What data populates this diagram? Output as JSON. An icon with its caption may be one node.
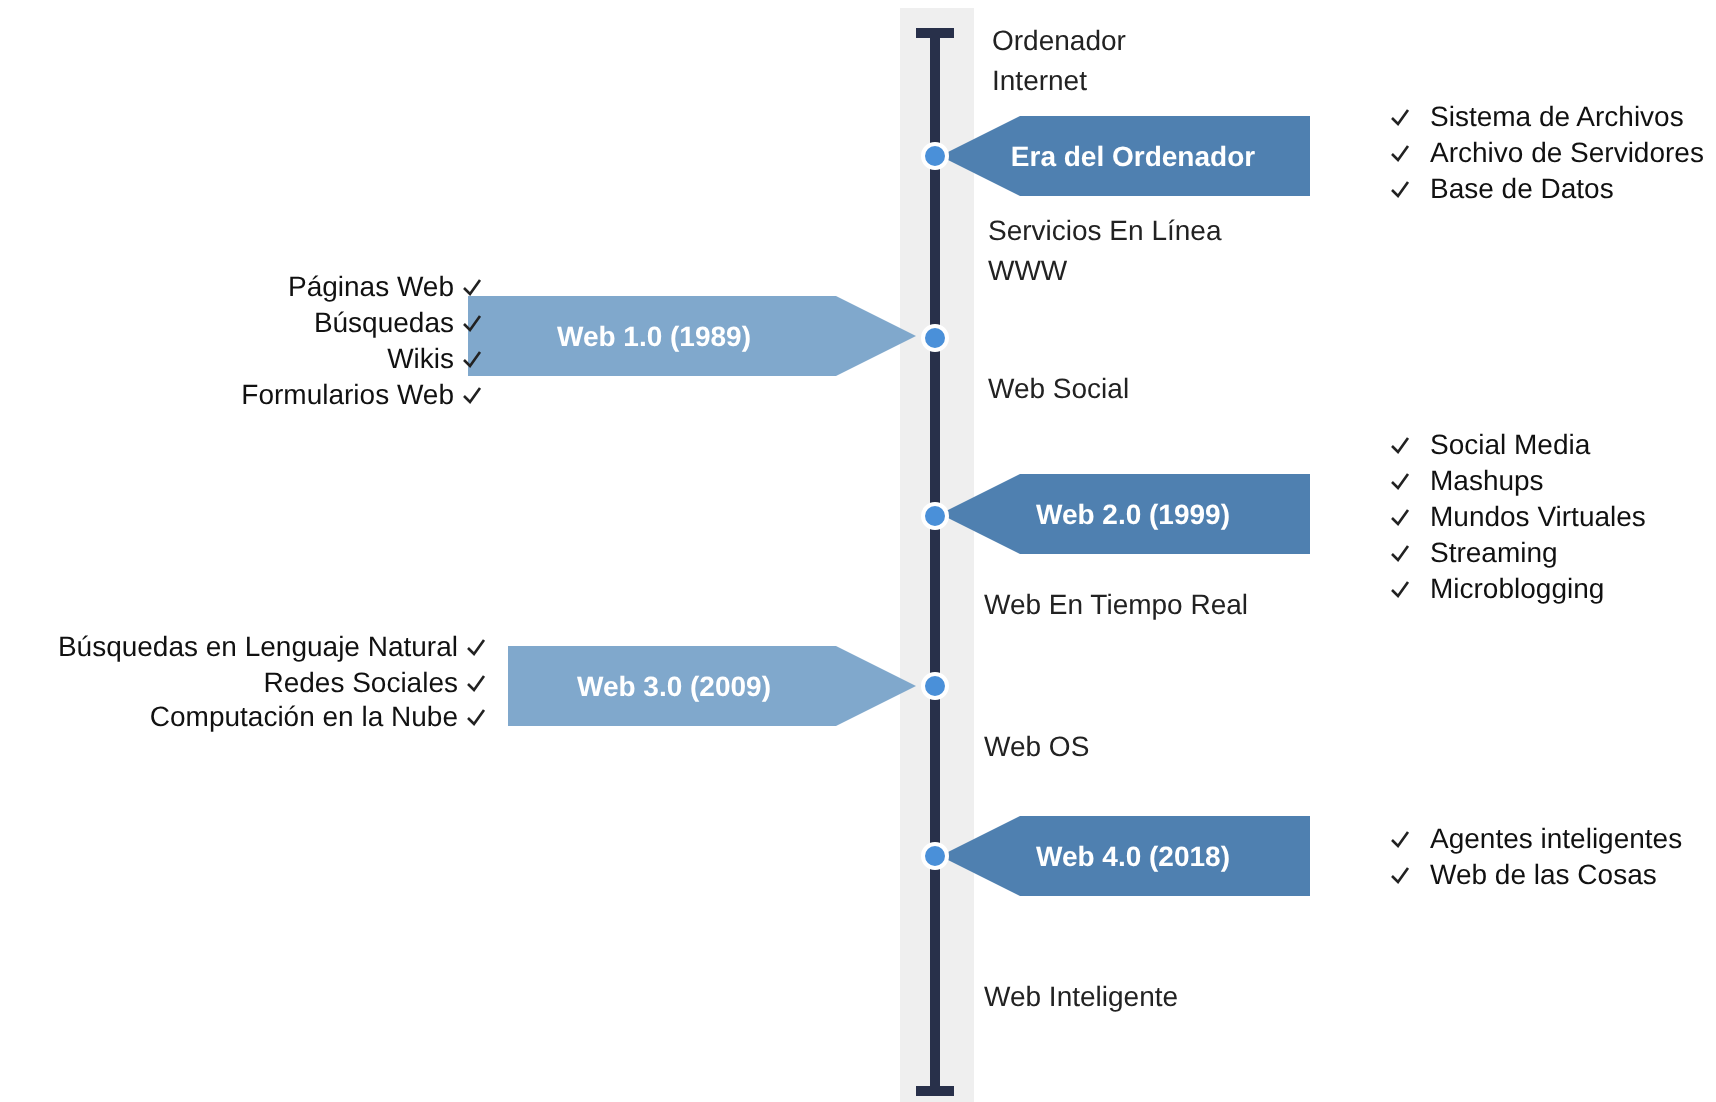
{
  "diagram": {
    "nodes": [
      {
        "text": [
          "Era del Ordenador"
        ],
        "beside": [
          "Sistema de Archivos",
          "Archivo de Servidores",
          "Base de Datos"
        ]
      },
      {
        "text": [
          "Web 1.0 (1989)"
        ],
        "beside": [
          "Páginas Web",
          "Búsquedas",
          "Wikis",
          "Formularios Web"
        ]
      },
      {
        "text": [
          "Web 2.0 (1999)"
        ],
        "beside": [
          "Social Media",
          "Mashups",
          "Mundos Virtuales",
          "Streaming",
          "Microblogging"
        ]
      },
      {
        "text": [
          "Web 3.0 (2009)"
        ],
        "beside": [
          "Búsquedas en Lenguaje Natural",
          "Redes Sociales",
          "Computación en la Nube"
        ]
      },
      {
        "text": [
          "Web 4.0 (2018)"
        ],
        "beside": [
          "Agentes inteligentes",
          "Web de las Cosas"
        ]
      }
    ],
    "labels": [
      "Ordenador",
      "Internet",
      "Servicios En Línea",
      "WWW",
      "Web Social",
      "Web En Tiempo Real",
      "Web OS",
      "Web Inteligente"
    ]
  }
}
